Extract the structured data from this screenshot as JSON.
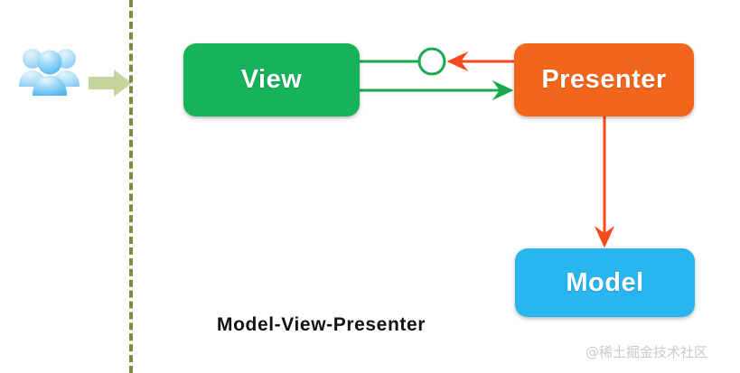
{
  "diagram": {
    "caption": "Model-View-Presenter",
    "watermark": "@稀土掘金技术社区",
    "boundary": {
      "name": "system-boundary-dashed-line",
      "color": "#7d8c3c",
      "style": "dashed"
    },
    "actor": {
      "icon": "users-group-icon",
      "color": "#8fd0f5",
      "arrow_icon": "block-arrow-right-icon",
      "arrow_color": "#c5d49a"
    },
    "nodes": [
      {
        "id": "view",
        "label": "View",
        "color": "#16b35a",
        "text_color": "#ffffff"
      },
      {
        "id": "presenter",
        "label": "Presenter",
        "color": "#f4661b",
        "text_color": "#ffffff"
      },
      {
        "id": "model",
        "label": "Model",
        "color": "#29b6f0",
        "text_color": "#ffffff"
      }
    ],
    "connectors": [
      {
        "id": "view-provides-interface",
        "from": "view",
        "to": "interface-socket",
        "color": "#16a94f",
        "arrow": false,
        "description": "View exposes interface (lollipop)"
      },
      {
        "id": "presenter-uses-view-interface",
        "from": "presenter",
        "to": "interface-socket",
        "color": "#f4491b",
        "arrow": true,
        "description": "Presenter calls View interface"
      },
      {
        "id": "view-to-presenter",
        "from": "view",
        "to": "presenter",
        "color": "#16a94f",
        "arrow": true,
        "description": "View notifies Presenter"
      },
      {
        "id": "presenter-to-model",
        "from": "presenter",
        "to": "model",
        "color": "#f4491b",
        "arrow": true,
        "description": "Presenter updates Model"
      }
    ],
    "interface_socket": {
      "name": "interface-lollipop-circle",
      "color": "#16a94f",
      "fill": "#ffffff"
    }
  }
}
